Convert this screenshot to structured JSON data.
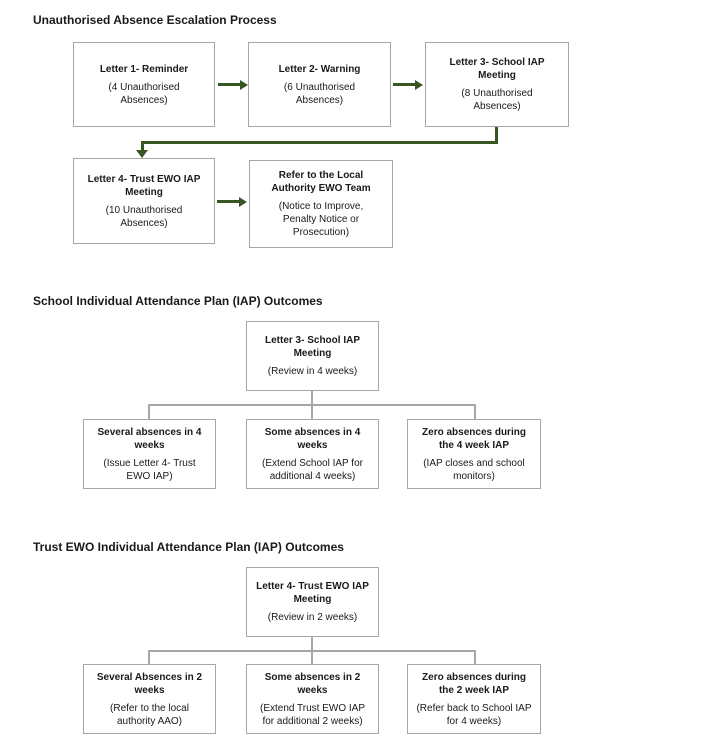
{
  "colors": {
    "arrow": "#375623",
    "border": "#a6a6a6",
    "connector": "#a6a6a6",
    "text": "#1a1a1a",
    "bg": "#ffffff"
  },
  "sections": {
    "escalation": {
      "title": "Unauthorised Absence Escalation Process",
      "letter1": {
        "title": "Letter 1- Reminder",
        "subtitle": "(4 Unauthorised\nAbsences)"
      },
      "letter2": {
        "title": "Letter 2- Warning",
        "subtitle": "(6 Unauthorised\nAbsences)"
      },
      "letter3": {
        "title": "Letter 3- School IAP\nMeeting",
        "subtitle": "(8 Unauthorised\nAbsences)"
      },
      "letter4": {
        "title": "Letter 4- Trust EWO IAP\nMeeting",
        "subtitle": "(10 Unauthorised\nAbsences)"
      },
      "refer": {
        "title": "Refer to the Local\nAuthority EWO Team",
        "subtitle": "(Notice to Improve,\nPenalty Notice or\nProsecution)"
      }
    },
    "school_iap": {
      "title": "School Individual Attendance Plan (IAP) Outcomes",
      "root": {
        "title": "Letter 3- School IAP\nMeeting",
        "subtitle": "(Review in 4 weeks)"
      },
      "outcome1": {
        "title": "Several absences in 4\nweeks",
        "subtitle": "(Issue Letter 4- Trust\nEWO IAP)"
      },
      "outcome2": {
        "title": "Some absences in 4\nweeks",
        "subtitle": "(Extend School IAP for\nadditional 4 weeks)"
      },
      "outcome3": {
        "title": "Zero absences during\nthe 4 week IAP",
        "subtitle": "(IAP closes and school\nmonitors)"
      }
    },
    "trust_iap": {
      "title": "Trust EWO Individual Attendance Plan (IAP) Outcomes",
      "root": {
        "title": "Letter 4- Trust EWO IAP\nMeeting",
        "subtitle": "(Review in 2 weeks)"
      },
      "outcome1": {
        "title": "Several Absences in 2\nweeks",
        "subtitle": "(Refer to the local\nauthority AAO)"
      },
      "outcome2": {
        "title": "Some absences in 2\nweeks",
        "subtitle": "(Extend Trust EWO IAP\nfor additional 2 weeks)"
      },
      "outcome3": {
        "title": "Zero absences during\nthe 2 week IAP",
        "subtitle": "(Refer back to School IAP\nfor 4 weeks)"
      }
    }
  }
}
